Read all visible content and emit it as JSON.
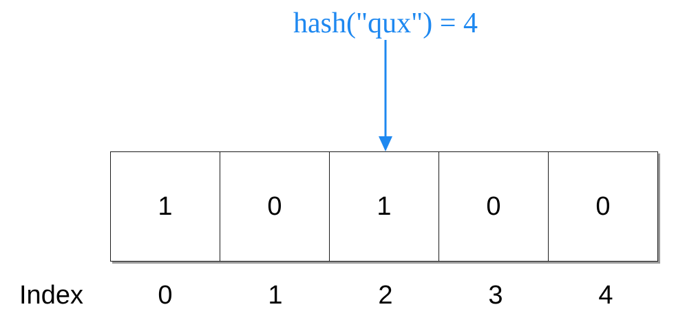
{
  "diagram": {
    "hash_expression": "hash(\"qux\") = 4",
    "cells": [
      "1",
      "0",
      "1",
      "0",
      "0"
    ],
    "index_label": "Index",
    "indices": [
      "0",
      "1",
      "2",
      "3",
      "4"
    ]
  },
  "colors": {
    "accent": "#1e88f0",
    "cell_border": "#1a1a1a",
    "shadow": "#9a9a9a"
  }
}
